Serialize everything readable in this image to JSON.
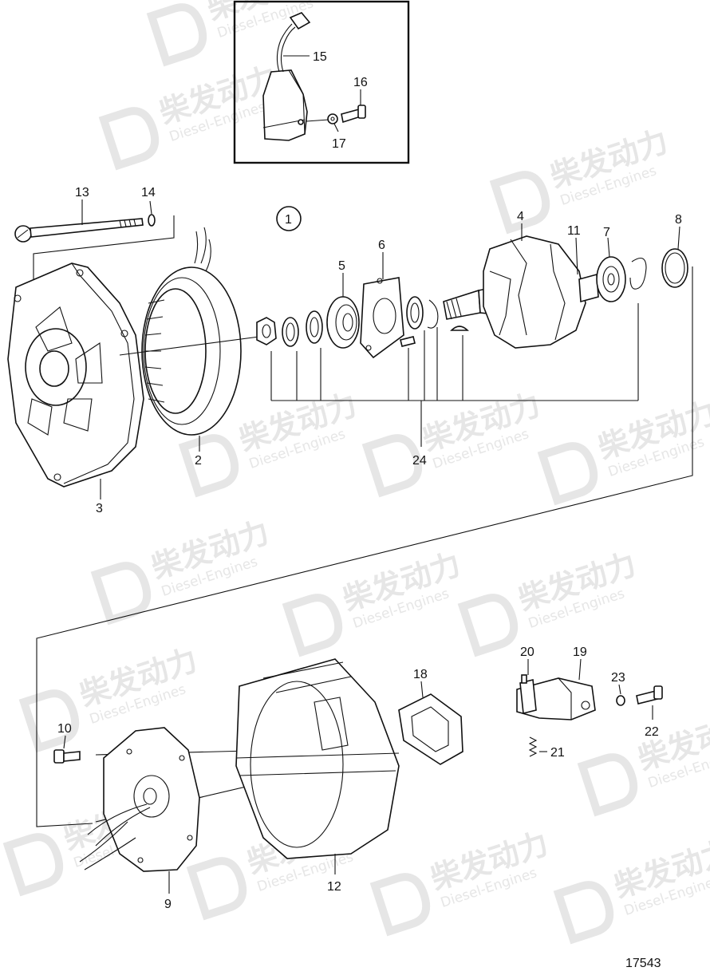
{
  "diagram": {
    "assembly_marker": "1",
    "drawing_number": "17543",
    "callouts": [
      "2",
      "3",
      "4",
      "5",
      "6",
      "7",
      "8",
      "9",
      "10",
      "11",
      "12",
      "13",
      "14",
      "15",
      "16",
      "17",
      "18",
      "19",
      "20",
      "21",
      "22",
      "23",
      "24"
    ],
    "watermark": {
      "brand_cn": "柴发动力",
      "brand_en": "Diesel-Engines"
    }
  }
}
